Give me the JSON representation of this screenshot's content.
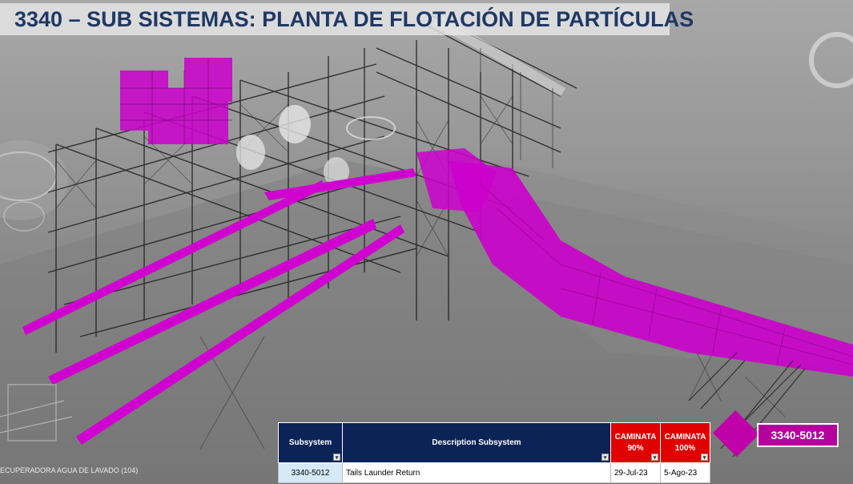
{
  "header": {
    "title": "3340 – SUB SISTEMAS: PLANTA DE FLOTACIÓN DE PARTÍCULAS"
  },
  "viewport": {
    "caption": "ECUPERADORA AGUA DE LAVADO (104)"
  },
  "table": {
    "columns": {
      "subsystem": "Subsystem",
      "description": "Description Subsystem",
      "walk90_line1": "CAMINATA",
      "walk90_line2": "90%",
      "walk100_line1": "CAMINATA",
      "walk100_line2": "100%"
    },
    "rows": [
      {
        "subsystem": "3340-5012",
        "description": "Tails Launder Return",
        "walk90": "29-Jul-23",
        "walk100": "5-Ago-23"
      }
    ]
  },
  "badge": {
    "label": "3340-5012"
  },
  "colors": {
    "highlight": "#cc00cc",
    "header_navy": "#0b2356",
    "header_red": "#e00000",
    "title": "#1f3864"
  },
  "icons": {
    "filter": "filter-dropdown-icon",
    "viewcube": "view-cube-icon"
  }
}
